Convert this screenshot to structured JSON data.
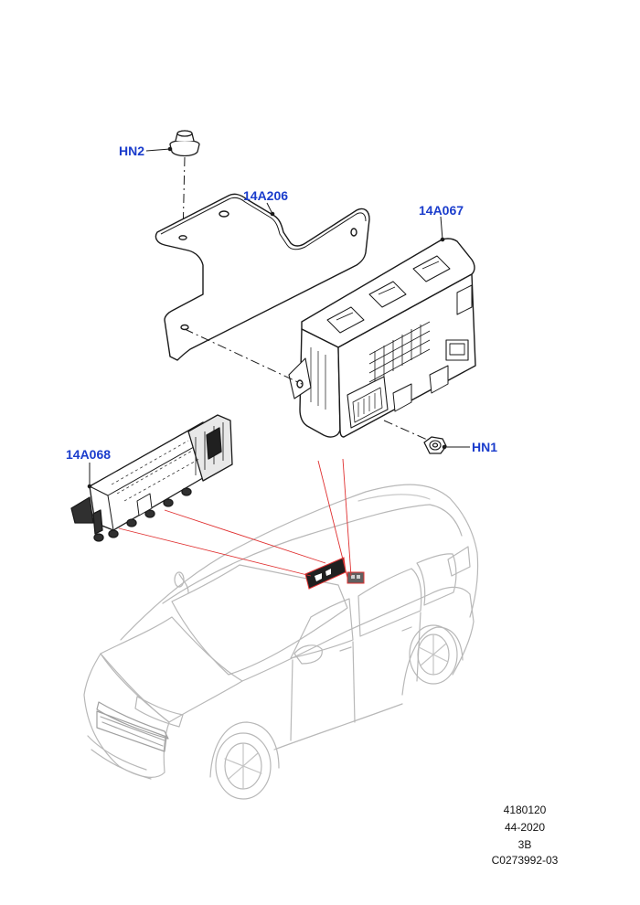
{
  "colors": {
    "callout": "#1a3ccc",
    "outline": "#1a1a1a",
    "car": "#b8b8b8",
    "leader_red": "#e03030"
  },
  "callouts": {
    "hn2": "HN2",
    "bracket": "14A206",
    "fuse_box": "14A067",
    "hn1": "HN1",
    "module": "14A068"
  },
  "reference": {
    "line1": "4180120",
    "line2": "44-2020",
    "line3": "3B",
    "line4": "C0273992-03"
  }
}
